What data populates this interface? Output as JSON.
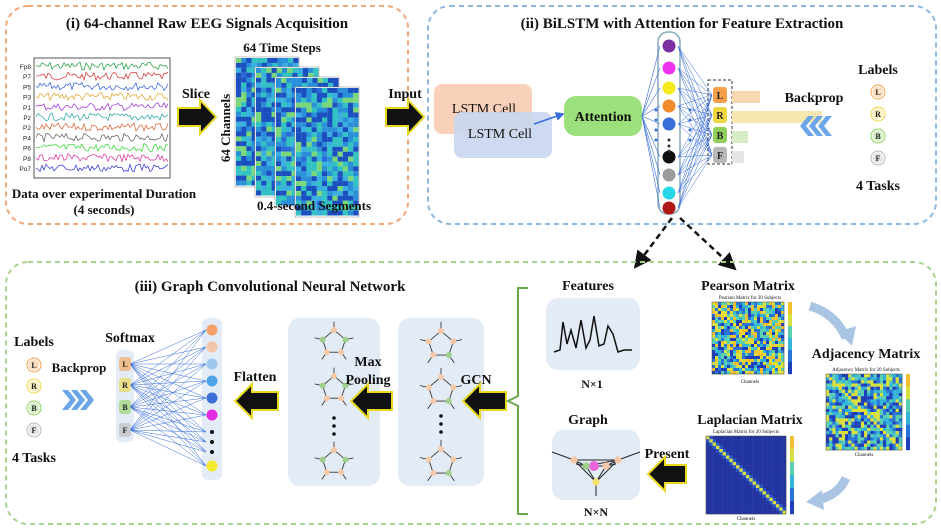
{
  "panels": {
    "eeg": {
      "title": "(i) 64-channel Raw EEG Signals Acquisition",
      "channel_labels": [
        "Fp8",
        "P7",
        "P5",
        "P3",
        "P1",
        "Pz",
        "P2",
        "P4",
        "P6",
        "P8",
        "Po7"
      ],
      "caption_line1": "Data over experimental Duration",
      "caption_line2": "(4 seconds)",
      "slice_label": "Slice",
      "time_steps_label": "64 Time Steps",
      "channels_label": "64 Channels",
      "segments_label": "0.4-second Segments"
    },
    "bilstm": {
      "title": "(ii) BiLSTM with Attention for Feature Extraction",
      "lstm_cell_1": "LSTM Cell",
      "lstm_cell_2": "LSTM Cell",
      "attention_label": "Attention",
      "output_letters": [
        "L",
        "R",
        "B",
        "F"
      ],
      "backprop_label": "Backprop",
      "labels_title": "Labels",
      "labels": [
        "L",
        "R",
        "B",
        "F"
      ],
      "tasks_label": "4 Tasks",
      "node_colors": [
        "#7b2fa0",
        "#ee33ee",
        "#f2ea1a",
        "#f08a2a",
        "#3a6fd8",
        "#111111",
        "#9a9a9a",
        "#27d7e6",
        "#b01818"
      ]
    },
    "gcn": {
      "title": "(iii) Graph Convolutional Neural Network",
      "labels_title": "Labels",
      "labels": [
        "L",
        "R",
        "B",
        "F"
      ],
      "tasks_label": "4 Tasks",
      "backprop_label": "Backprop",
      "softmax_label": "Softmax",
      "flatten_label": "Flatten",
      "max_pooling_line1": "Max",
      "max_pooling_line2": "Pooling",
      "gcn_label": "GCN",
      "features_label": "Features",
      "features_dim": "N×1",
      "graph_label": "Graph",
      "graph_dim": "N×N",
      "pearson_label": "Pearson Matrix",
      "pearson_inner_title": "Pearson Matrix for 20 Subjects",
      "adjacency_label": "Adjacency Matrix",
      "adjacency_inner_title": "Adjacency Matrix for 20 Subjects",
      "laplacian_label": "Laplacian Matrix",
      "laplacian_inner_title": "Laplacian Matrix for 20 Subjects",
      "present_label": "Present",
      "axis_label": "Channels"
    },
    "input_label": "Input"
  },
  "colors": {
    "panel1_border": "#f0a878",
    "panel_blue_border": "#8fb6e0",
    "panel_green_border": "#a9d18e",
    "attention_fill": "#9be07a",
    "lstm1_fill": "#f7c4a8",
    "lstm2_fill": "#c9d6f0",
    "label_L": "#f6a04a",
    "label_R": "#f0d640",
    "label_B": "#8ed05a",
    "label_F": "#b8b8b8",
    "chevron": "#6aa6e8",
    "softmax_nodes": [
      "#f4a06a",
      "#f2c6a8",
      "#9fc7ee",
      "#4fa3e8",
      "#3a6fd8",
      "#e22ae2",
      "#111111",
      "#111111",
      "#111111",
      "#f5ea30"
    ]
  }
}
